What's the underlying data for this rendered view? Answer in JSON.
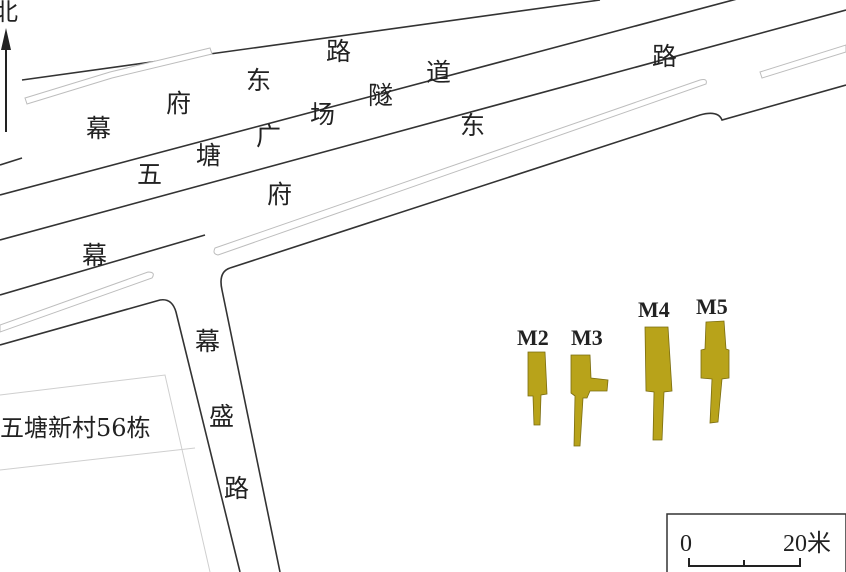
{
  "north": {
    "label": "北"
  },
  "roads": {
    "mufu_east_road_upper": [
      "幕",
      "府",
      "东",
      "路"
    ],
    "wutang_tunnel": [
      "五",
      "塘",
      "广",
      "场",
      "隧",
      "道"
    ],
    "mufu_east_road_lower": [
      "府",
      "东",
      "路"
    ],
    "mufu_west": [
      "幕"
    ],
    "musheng_road": [
      "幕",
      "盛",
      "路"
    ]
  },
  "block_label": "五塘新村56栋",
  "tombs": [
    {
      "id": "M2",
      "label": "M2"
    },
    {
      "id": "M3",
      "label": "M3"
    },
    {
      "id": "M4",
      "label": "M4"
    },
    {
      "id": "M5",
      "label": "M5"
    }
  ],
  "scale": {
    "start": "0",
    "end": "20米"
  },
  "colors": {
    "tomb": "#b8a31a",
    "road_edge": "#333333",
    "median": "#bdbdbd"
  }
}
